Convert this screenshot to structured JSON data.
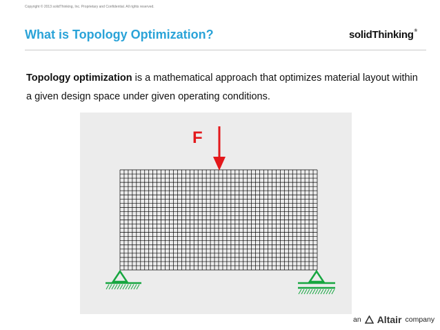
{
  "header": {
    "copyright": "Copyright © 2013 solidThinking, Inc. Proprietary and Confidential. All rights reserved.",
    "title": "What is Topology Optimization?",
    "logo": "solidThinking",
    "logo_mark": "®"
  },
  "body": {
    "term": "Topology optimization",
    "text": " is a mathematical approach that optimizes material layout within a given design space under given operating conditions."
  },
  "figure": {
    "force_label": "F",
    "mesh_columns": 48,
    "mesh_rows": 24,
    "colors": {
      "force": "#e3181b",
      "support": "#17a640",
      "mesh": "#000000",
      "background": "#ececec"
    }
  },
  "footer": {
    "prefix": "an",
    "brand": "Altair",
    "suffix": "company",
    "brand_icon": "altair-triangle-icon"
  }
}
